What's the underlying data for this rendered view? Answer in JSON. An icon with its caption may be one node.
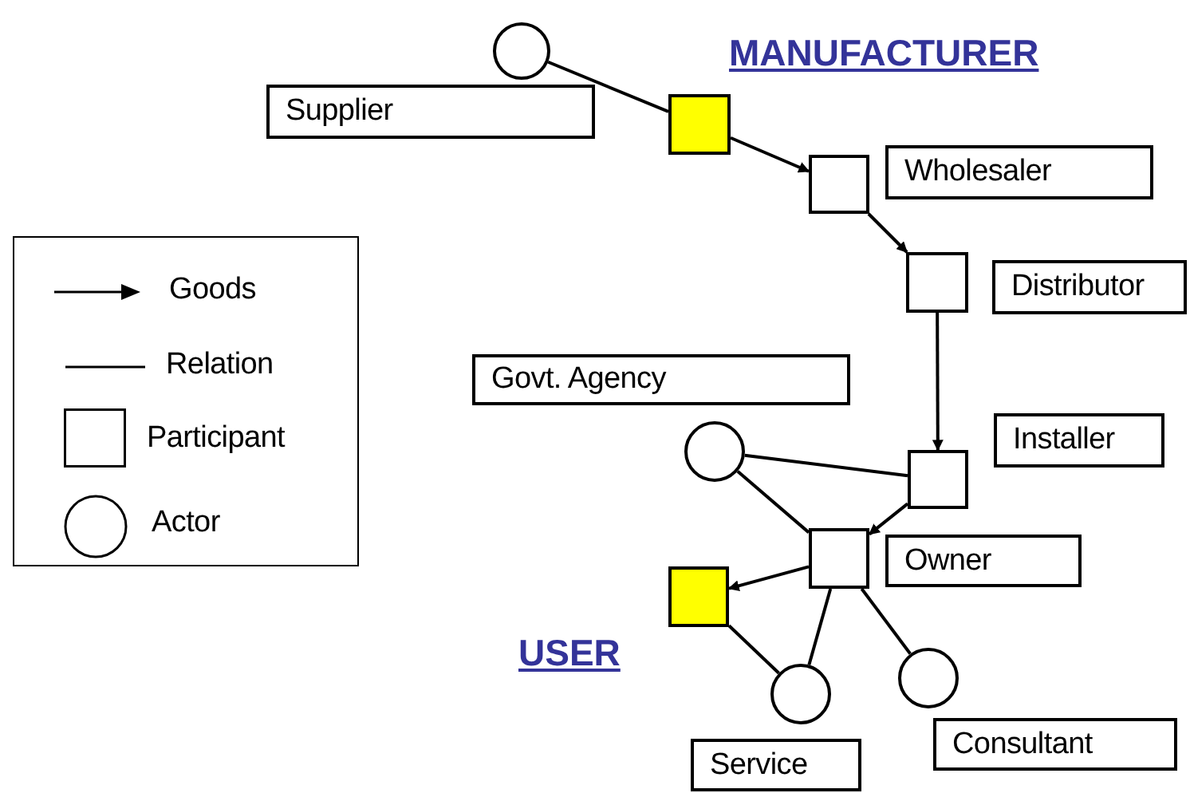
{
  "diagram": {
    "nodes": [
      {
        "text": [],
        "shape": "circle"
      },
      {
        "text": [
          "Supplier"
        ]
      },
      {
        "text": [],
        "shape": "box"
      },
      {
        "text": [],
        "shape": "box"
      },
      {
        "text": [
          "Wholesaler"
        ]
      },
      {
        "text": [],
        "shape": "box"
      },
      {
        "text": [
          "Distributor"
        ]
      },
      {
        "text": [
          "Govt. Agency"
        ]
      },
      {
        "text": [],
        "shape": "circle"
      },
      {
        "text": [],
        "shape": "box"
      },
      {
        "text": [
          "Installer"
        ]
      },
      {
        "text": [],
        "shape": "box"
      },
      {
        "text": [
          "Owner"
        ]
      },
      {
        "text": [],
        "shape": "box"
      },
      {
        "text": [],
        "shape": "circle"
      },
      {
        "text": [],
        "shape": "circle"
      },
      {
        "text": [
          "Service"
        ]
      },
      {
        "text": [
          "Consultant"
        ]
      }
    ],
    "edges": [
      {
        "from": 0,
        "to": 2,
        "arrow": "none"
      },
      {
        "from": 2,
        "to": 3,
        "arrow": "to"
      },
      {
        "from": 3,
        "to": 5,
        "arrow": "to"
      },
      {
        "from": 5,
        "to": 9,
        "arrow": "to"
      },
      {
        "from": 8,
        "to": 9,
        "arrow": "none"
      },
      {
        "from": 8,
        "to": 11,
        "arrow": "none"
      },
      {
        "from": 9,
        "to": 11,
        "arrow": "to"
      },
      {
        "from": 11,
        "to": 13,
        "arrow": "to"
      },
      {
        "from": 13,
        "to": 14,
        "arrow": "none"
      },
      {
        "from": 11,
        "to": 14,
        "arrow": "none"
      },
      {
        "from": 11,
        "to": 15,
        "arrow": "none"
      }
    ],
    "labels": [
      "MANUFACTURER",
      "USER"
    ],
    "legend": [
      {
        "text": "Goods"
      },
      {
        "text": "Relation"
      },
      {
        "text": "Participant"
      },
      {
        "text": "Actor"
      }
    ]
  }
}
